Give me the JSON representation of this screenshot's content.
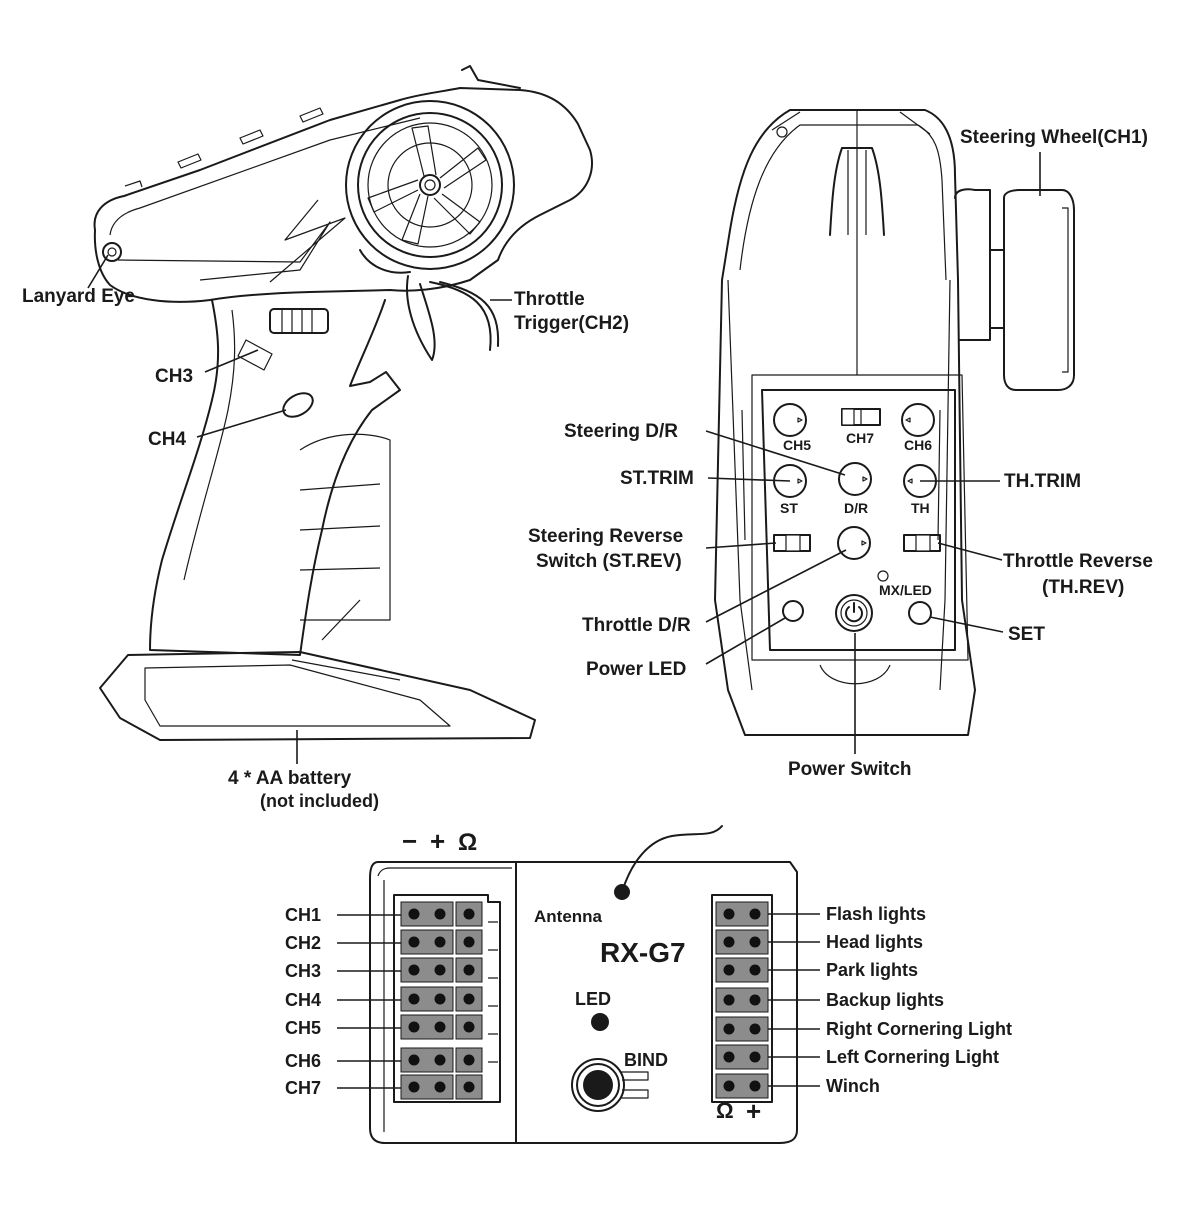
{
  "pistol": {
    "labels": {
      "lanyard_eye": "Lanyard Eye",
      "throttle_trigger_1": "Throttle",
      "throttle_trigger_2": "Trigger(CH2)",
      "ch3": "CH3",
      "ch4": "CH4",
      "battery_1": "4 * AA battery",
      "battery_2": "(not included)"
    }
  },
  "front": {
    "labels": {
      "steering_wheel": "Steering Wheel(CH1)",
      "steering_dr": "Steering D/R",
      "st_trim": "ST.TRIM",
      "th_trim": "TH.TRIM",
      "steering_reverse_1": "Steering Reverse",
      "steering_reverse_2": "Switch (ST.REV)",
      "throttle_reverse_1": "Throttle Reverse",
      "throttle_reverse_2": "(TH.REV)",
      "throttle_dr": "Throttle D/R",
      "power_led": "Power LED",
      "set": "SET",
      "power_switch": "Power Switch"
    },
    "panel": {
      "ch5": "CH5",
      "ch6": "CH6",
      "ch7": "CH7",
      "st": "ST",
      "dr": "D/R",
      "th": "TH",
      "mx_led": "MX/LED"
    }
  },
  "receiver": {
    "model": "RX-G7",
    "antenna": "Antenna",
    "led": "LED",
    "bind": "BIND",
    "polarity_left": [
      "−",
      "+",
      "Ω"
    ],
    "polarity_right": [
      "Ω",
      "+"
    ],
    "channels": [
      "CH1",
      "CH2",
      "CH3",
      "CH4",
      "CH5",
      "CH6",
      "CH7"
    ],
    "outputs": [
      "Flash lights",
      "Head lights",
      "Park lights",
      "Backup lights",
      "Right Cornering Light",
      "Left Cornering Light",
      "Winch"
    ]
  }
}
